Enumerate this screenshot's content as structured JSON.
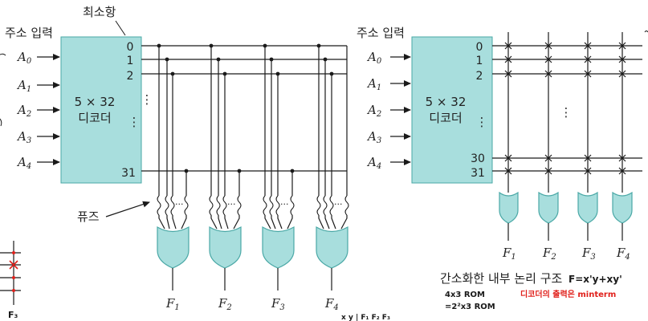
{
  "left": {
    "address_label": "주소 입력",
    "minterm_label": "최소항",
    "decoder_size": "5 × 32",
    "decoder_name": "디코더",
    "inputs": [
      {
        "letter": "A",
        "sub": "0"
      },
      {
        "letter": "A",
        "sub": "1"
      },
      {
        "letter": "A",
        "sub": "2"
      },
      {
        "letter": "A",
        "sub": "3"
      },
      {
        "letter": "A",
        "sub": "4"
      }
    ],
    "outputs": [
      "0",
      "1",
      "2",
      "31"
    ],
    "fuse_label": "퓨즈",
    "functions": [
      {
        "letter": "F",
        "sub": "1"
      },
      {
        "letter": "F",
        "sub": "2"
      },
      {
        "letter": "F",
        "sub": "3"
      },
      {
        "letter": "F",
        "sub": "4"
      }
    ]
  },
  "right": {
    "address_label": "주소 입력",
    "decoder_size": "5 × 32",
    "decoder_name": "디코더",
    "inputs": [
      {
        "letter": "A",
        "sub": "0"
      },
      {
        "letter": "A",
        "sub": "1"
      },
      {
        "letter": "A",
        "sub": "2"
      },
      {
        "letter": "A",
        "sub": "3"
      },
      {
        "letter": "A",
        "sub": "4"
      }
    ],
    "outputs": [
      "0",
      "1",
      "2",
      "30",
      "31"
    ],
    "functions": [
      {
        "letter": "F",
        "sub": "1"
      },
      {
        "letter": "F",
        "sub": "2"
      },
      {
        "letter": "F",
        "sub": "3"
      },
      {
        "letter": "F",
        "sub": "4"
      }
    ],
    "caption": "간소화한 내부 논리 구조"
  },
  "handwriting": {
    "rom1": "4x3 ROM",
    "rom2": "=2²x3 ROM",
    "formula": "F=x'y+xy'",
    "note": "디코더의 출력은 minterm",
    "bottom": "x y | F₁ F₂ F₃",
    "f3": "F₃"
  },
  "colors": {
    "block_fill": "#a8dedd",
    "block_stroke": "#4aa8a6",
    "ink": "#1a1a1a",
    "handwriting_red": "#e0201b"
  }
}
